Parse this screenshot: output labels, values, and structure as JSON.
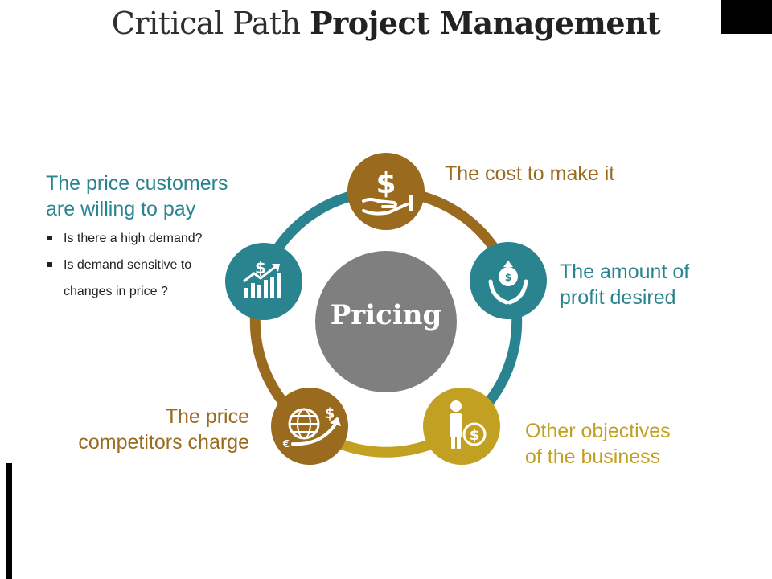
{
  "slide": {
    "title_light": "Critical Path",
    "title_bold": "Project Management"
  },
  "diagram": {
    "center": "Pricing",
    "nodes": {
      "cost": {
        "label": "The cost to make it",
        "color": "#9a6a1f",
        "icon": "dollar-hand-icon"
      },
      "profit": {
        "label_line1": "The amount of",
        "label_line2": "profit desired",
        "color": "#2a8490",
        "icon": "money-bag-hands-icon"
      },
      "objectives": {
        "label_line1": "Other objectives",
        "label_line2": "of the business",
        "color": "#c2a021",
        "icon": "businessman-dollar-icon"
      },
      "competitors": {
        "label_line1": "The price",
        "label_line2": "competitors charge",
        "color": "#9a6a1f",
        "icon": "globe-currency-icon"
      },
      "customers": {
        "label_line1": "The price customers",
        "label_line2": "are willing to pay",
        "color": "#2a8490",
        "icon": "rising-chart-dollar-icon",
        "bullets": [
          "Is there a high demand?",
          "Is demand sensitive to",
          "changes in price ?"
        ]
      }
    },
    "colors": {
      "gold": "#c2a021",
      "brown": "#9a6a1f",
      "teal": "#2a8490",
      "center": "#7f7f7f"
    }
  }
}
